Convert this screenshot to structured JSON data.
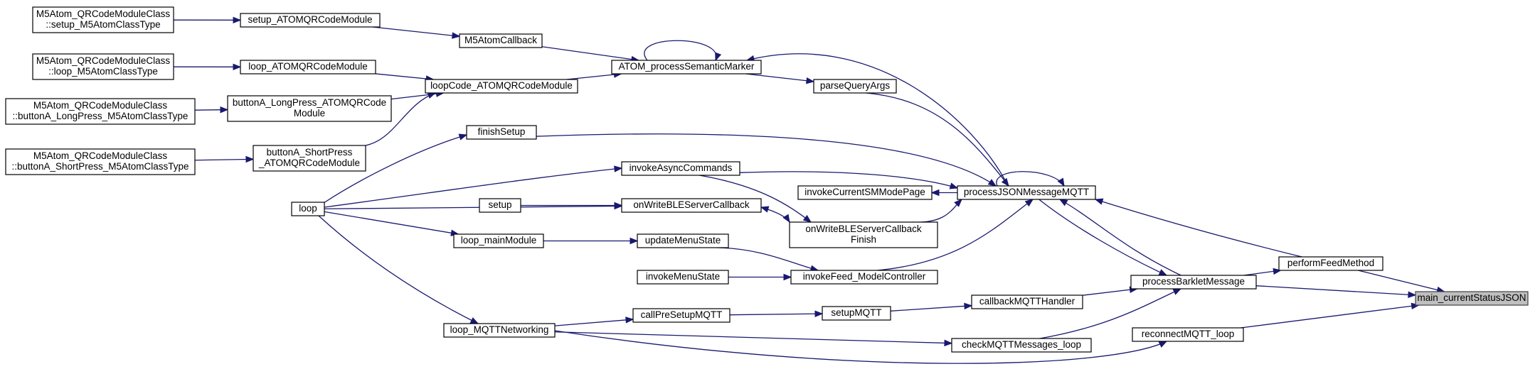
{
  "graph": {
    "colors": {
      "edge": "#191970",
      "node_border": "#000000",
      "highlight_fill": "#bfbfbf"
    },
    "nodes": {
      "n1": {
        "lines": [
          "M5Atom_QRCodeModuleClass",
          "::setup_M5AtomClassType"
        ],
        "interactable": true
      },
      "n2": {
        "lines": [
          "M5Atom_QRCodeModuleClass",
          "::loop_M5AtomClassType"
        ],
        "interactable": true
      },
      "n3": {
        "lines": [
          "M5Atom_QRCodeModuleClass",
          "::buttonA_LongPress_M5AtomClassType"
        ],
        "interactable": true
      },
      "n4": {
        "lines": [
          "M5Atom_QRCodeModuleClass",
          "::buttonA_ShortPress_M5AtomClassType"
        ],
        "interactable": true
      },
      "n5": {
        "lines": [
          "setup_ATOMQRCodeModule"
        ],
        "interactable": true
      },
      "n6": {
        "lines": [
          "loop_ATOMQRCodeModule"
        ],
        "interactable": true
      },
      "n7": {
        "lines": [
          "buttonA_LongPress_ATOMQRCode",
          "Module"
        ],
        "interactable": true
      },
      "n8": {
        "lines": [
          "buttonA_ShortPress",
          "_ATOMQRCodeModule"
        ],
        "interactable": true
      },
      "n9": {
        "lines": [
          "loop"
        ],
        "interactable": true
      },
      "n10": {
        "lines": [
          "M5AtomCallback"
        ],
        "interactable": true
      },
      "n11": {
        "lines": [
          "loopCode_ATOMQRCodeModule"
        ],
        "interactable": true
      },
      "n12": {
        "lines": [
          "ATOM_processSemanticMarker"
        ],
        "interactable": true
      },
      "n13": {
        "lines": [
          "parseQueryArgs"
        ],
        "interactable": true
      },
      "n14": {
        "lines": [
          "finishSetup"
        ],
        "interactable": true
      },
      "n15": {
        "lines": [
          "invokeAsyncCommands"
        ],
        "interactable": true
      },
      "n16": {
        "lines": [
          "invokeCurrentSMModePage"
        ],
        "interactable": true
      },
      "n17": {
        "lines": [
          "setup"
        ],
        "interactable": true
      },
      "n18": {
        "lines": [
          "onWriteBLEServerCallback"
        ],
        "interactable": true
      },
      "n19": {
        "lines": [
          "onWriteBLEServerCallback",
          "Finish"
        ],
        "interactable": true
      },
      "n20": {
        "lines": [
          "processJSONMessageMQTT"
        ],
        "interactable": true
      },
      "n21": {
        "lines": [
          "loop_mainModule"
        ],
        "interactable": true
      },
      "n22": {
        "lines": [
          "updateMenuState"
        ],
        "interactable": true
      },
      "n23": {
        "lines": [
          "invokeMenuState"
        ],
        "interactable": true
      },
      "n24": {
        "lines": [
          "invokeFeed_ModelController"
        ],
        "interactable": true
      },
      "n25": {
        "lines": [
          "performFeedMethod"
        ],
        "interactable": true
      },
      "n26": {
        "lines": [
          "processBarkletMessage"
        ],
        "interactable": true
      },
      "n27": {
        "lines": [
          "callbackMQTTHandler"
        ],
        "interactable": true
      },
      "n28": {
        "lines": [
          "callPreSetupMQTT"
        ],
        "interactable": true
      },
      "n29": {
        "lines": [
          "setupMQTT"
        ],
        "interactable": true
      },
      "n30": {
        "lines": [
          "loop_MQTTNetworking"
        ],
        "interactable": true
      },
      "n31": {
        "lines": [
          "checkMQTTMessages_loop"
        ],
        "interactable": true
      },
      "n32": {
        "lines": [
          "reconnectMQTT_loop"
        ],
        "interactable": true
      },
      "n33": {
        "lines": [
          "main_currentStatusJSON"
        ],
        "interactable": false
      }
    }
  }
}
